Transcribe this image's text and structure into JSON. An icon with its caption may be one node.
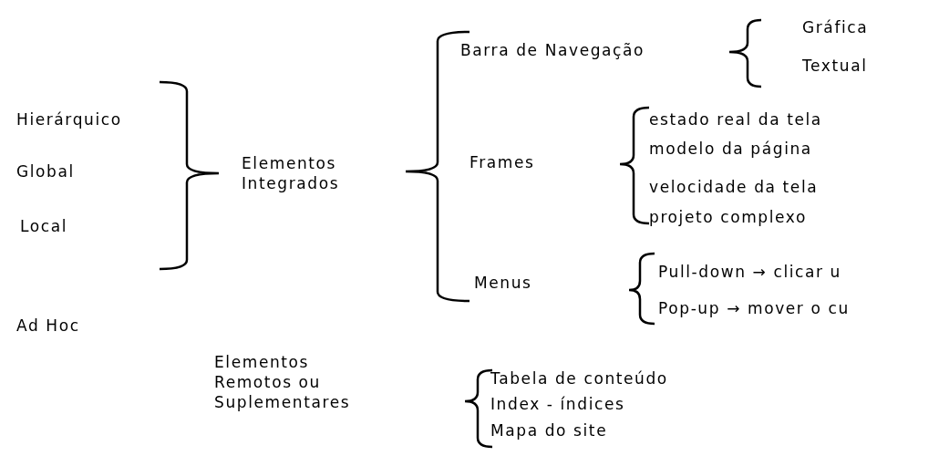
{
  "diagram": {
    "labels": [
      "Barra de Navegação",
      "Gráfica",
      "Textual",
      "Hierárquico",
      "estado real da tela",
      "modelo da página",
      "Elementos Integrados",
      "Frames",
      "Global",
      "velocidade da tela",
      "projeto complexo",
      "Local",
      "Pull-down → clicar u",
      "Menus",
      "Pop-up → mover o cu",
      "Ad Hoc",
      "Elementos Remotos ou Suplementares",
      "Tabela de conteúdo",
      "Index - índices",
      "Mapa do site"
    ]
  }
}
